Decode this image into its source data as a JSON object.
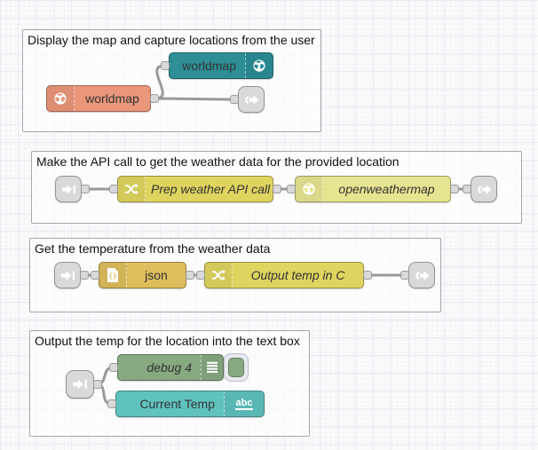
{
  "colors": {
    "canvas_bg": "#fafafb",
    "grid_line": "#e8eaf2",
    "group_border": "#a6a6a9",
    "wire": "#999999",
    "port_fill": "#d9d9d9",
    "port_border": "#999999",
    "link_node": "#d9d9d9",
    "label_text": "#333333"
  },
  "groups": [
    {
      "title": "Display the map and capture locations from the user",
      "nodes": [
        {
          "label": "worldmap",
          "color": "#2D8E96",
          "icon": "globe-icon"
        },
        {
          "label": "worldmap",
          "color": "#E9967A",
          "icon": "globe-icon"
        },
        {
          "icon": "link-out-icon"
        }
      ]
    },
    {
      "title": "Make the API call to get the weather data for the provided location",
      "nodes": [
        {
          "icon": "link-in-icon"
        },
        {
          "label": "Prep weather API call",
          "color": "#DFD45F",
          "icon": "shuffle-icon"
        },
        {
          "label": "openweathermap",
          "color": "#E7E491",
          "icon": "globe-icon"
        },
        {
          "icon": "link-out-icon"
        }
      ]
    },
    {
      "title": "Get the temperature from the weather data",
      "nodes": [
        {
          "icon": "link-in-icon"
        },
        {
          "label": "json",
          "color": "#DEBD5C",
          "icon": "json-file-icon"
        },
        {
          "label": "Output temp in C",
          "color": "#DFD45F",
          "icon": "shuffle-icon"
        },
        {
          "icon": "link-out-icon"
        }
      ]
    },
    {
      "title": "Output the temp for the location into the text box",
      "nodes": [
        {
          "icon": "link-in-icon"
        },
        {
          "label": "debug 4",
          "color": "#87A980",
          "icon": "list-icon"
        },
        {
          "label": "Current Temp",
          "color": "#5FC2BE",
          "icon_text": "abc"
        }
      ]
    }
  ]
}
